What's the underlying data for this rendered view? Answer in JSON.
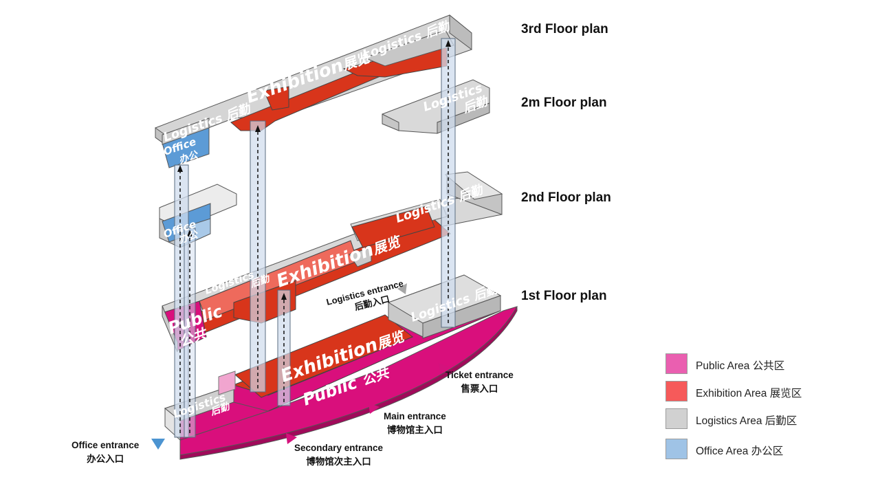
{
  "floors": {
    "third": "3rd Floor plan",
    "two_m": "2m Floor plan",
    "second": "2nd Floor plan",
    "first": "1st Floor plan"
  },
  "entrances": {
    "logistics": {
      "en": "Logistics entrance",
      "zh": "后勤入口"
    },
    "ticket": {
      "en": "Ticket entrance",
      "zh": "售票入口"
    },
    "main": {
      "en": "Main entrance",
      "zh": "博物馆主入口"
    },
    "secondary": {
      "en": "Secondary entrance",
      "zh": "博物馆次主入口"
    },
    "office": {
      "en": "Office entrance",
      "zh": "办公入口"
    }
  },
  "zone_labels": {
    "logistics_en": "Logistics",
    "logistics_zh": "后勤",
    "exhibition_en": "Exhibition",
    "exhibition_zh": "展览",
    "public_en": "Public",
    "public_zh": "公共",
    "office_en": "Office",
    "office_zh": "办公"
  },
  "legend": [
    {
      "label": "Public Area 公共区",
      "color": "#ea5fb0"
    },
    {
      "label": "Exhibition Area 展览区",
      "color": "#f65a5a"
    },
    {
      "label": "Logistics Area 后勤区",
      "color": "#d1d1d1"
    },
    {
      "label": "Office Area 办公区",
      "color": "#9fc3e6"
    }
  ],
  "colors": {
    "public": "#d90f7c",
    "public_light": "#f1a5cf",
    "exhibition": "#d8351b",
    "exhibition_light": "#ee6a5c",
    "logistics": "#c9c9c9",
    "office": "#5c9bd6",
    "office_light": "#a9c9e8",
    "arrow_ticket": "#d4127c",
    "arrow_logistics": "#a6a6a6",
    "arrow_office": "#4c94d1"
  }
}
